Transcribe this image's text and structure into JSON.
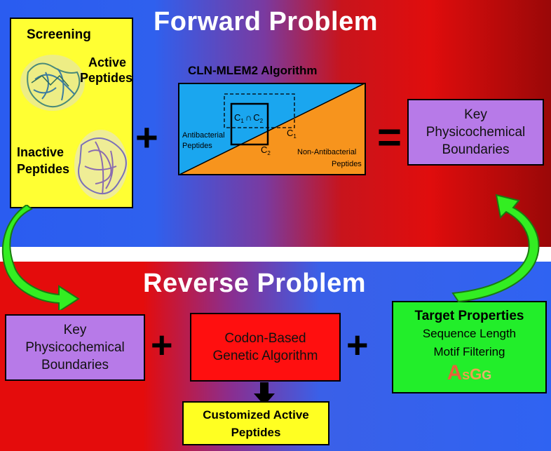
{
  "forward": {
    "title": "Forward Problem",
    "screening": {
      "title": "Screening",
      "active_line1": "Active",
      "active_line2": "Peptides",
      "inactive_line1": "Inactive",
      "inactive_line2": "Peptides"
    },
    "plus": "+",
    "equals": "=",
    "algorithm": {
      "title": "CLN-MLEM2 Algorithm",
      "antibacterial_line1": "Antibacterial",
      "antibacterial_line2": "Peptides",
      "non_antibacterial_line1": "Non-Antibacterial",
      "non_antibacterial_line2": "Peptides",
      "intersection_c1": "C",
      "intersection_sub1": "1",
      "intersection_cap": "∩",
      "intersection_c2": "C",
      "intersection_sub2": "2",
      "c1": "C",
      "c1_sub": "1",
      "c2": "C",
      "c2_sub": "2",
      "colors": {
        "antibacterial": "#1aa6ef",
        "non_antibacterial": "#f7941d"
      }
    },
    "result": {
      "line1": "Key",
      "line2": "Physicochemical",
      "line3": "Boundaries"
    }
  },
  "reverse": {
    "title": "Reverse Problem",
    "boundaries": {
      "line1": "Key",
      "line2": "Physicochemical",
      "line3": "Boundaries"
    },
    "plus": "+",
    "algorithm": {
      "line1": "Codon-Based",
      "line2": "Genetic Algorithm"
    },
    "target": {
      "title": "Target Properties",
      "line1": "Sequence Length",
      "line2": "Motif Filtering",
      "logo": [
        "A",
        "S",
        "G",
        "G"
      ]
    },
    "output": {
      "line1": "Customized Active",
      "line2": "Peptides"
    }
  }
}
